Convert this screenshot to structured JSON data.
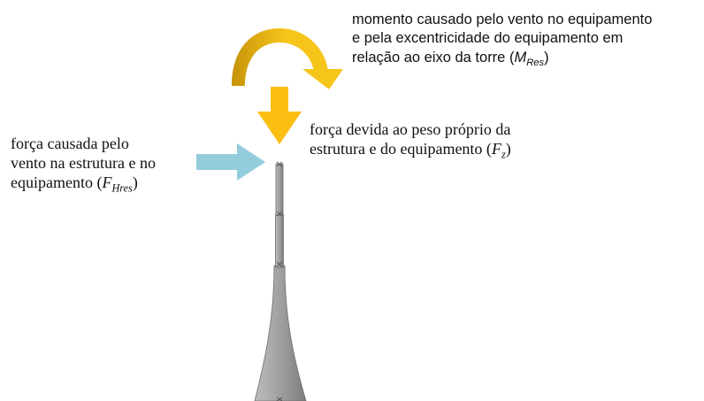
{
  "colors": {
    "moment_arrow_light": "#f6c51a",
    "moment_arrow_dark": "#c6930a",
    "weight_arrow": "#fbbf14",
    "wind_arrow": "#93cddc",
    "tower_fill": "#9b9b9b",
    "tower_outline": "#6e6e6e"
  },
  "labels": {
    "moment": {
      "lines": [
        "momento causado pelo vento no equipamento",
        "e pela excentricidade do equipamento em"
      ],
      "last_prefix": "relação ao eixo da torre (",
      "symbol": "M",
      "subscript": "Res",
      "suffix": ")"
    },
    "weight": {
      "lines": [
        "força devida ao peso próprio da"
      ],
      "last_prefix": "estrutura e do equipamento (",
      "symbol": "F",
      "subscript": "z",
      "suffix": ")"
    },
    "wind": {
      "lines": [
        "força causada pelo",
        "vento na estrutura e no"
      ],
      "last_prefix": "equipamento (",
      "symbol": "F",
      "subscript": "Hres",
      "suffix": ")"
    }
  }
}
